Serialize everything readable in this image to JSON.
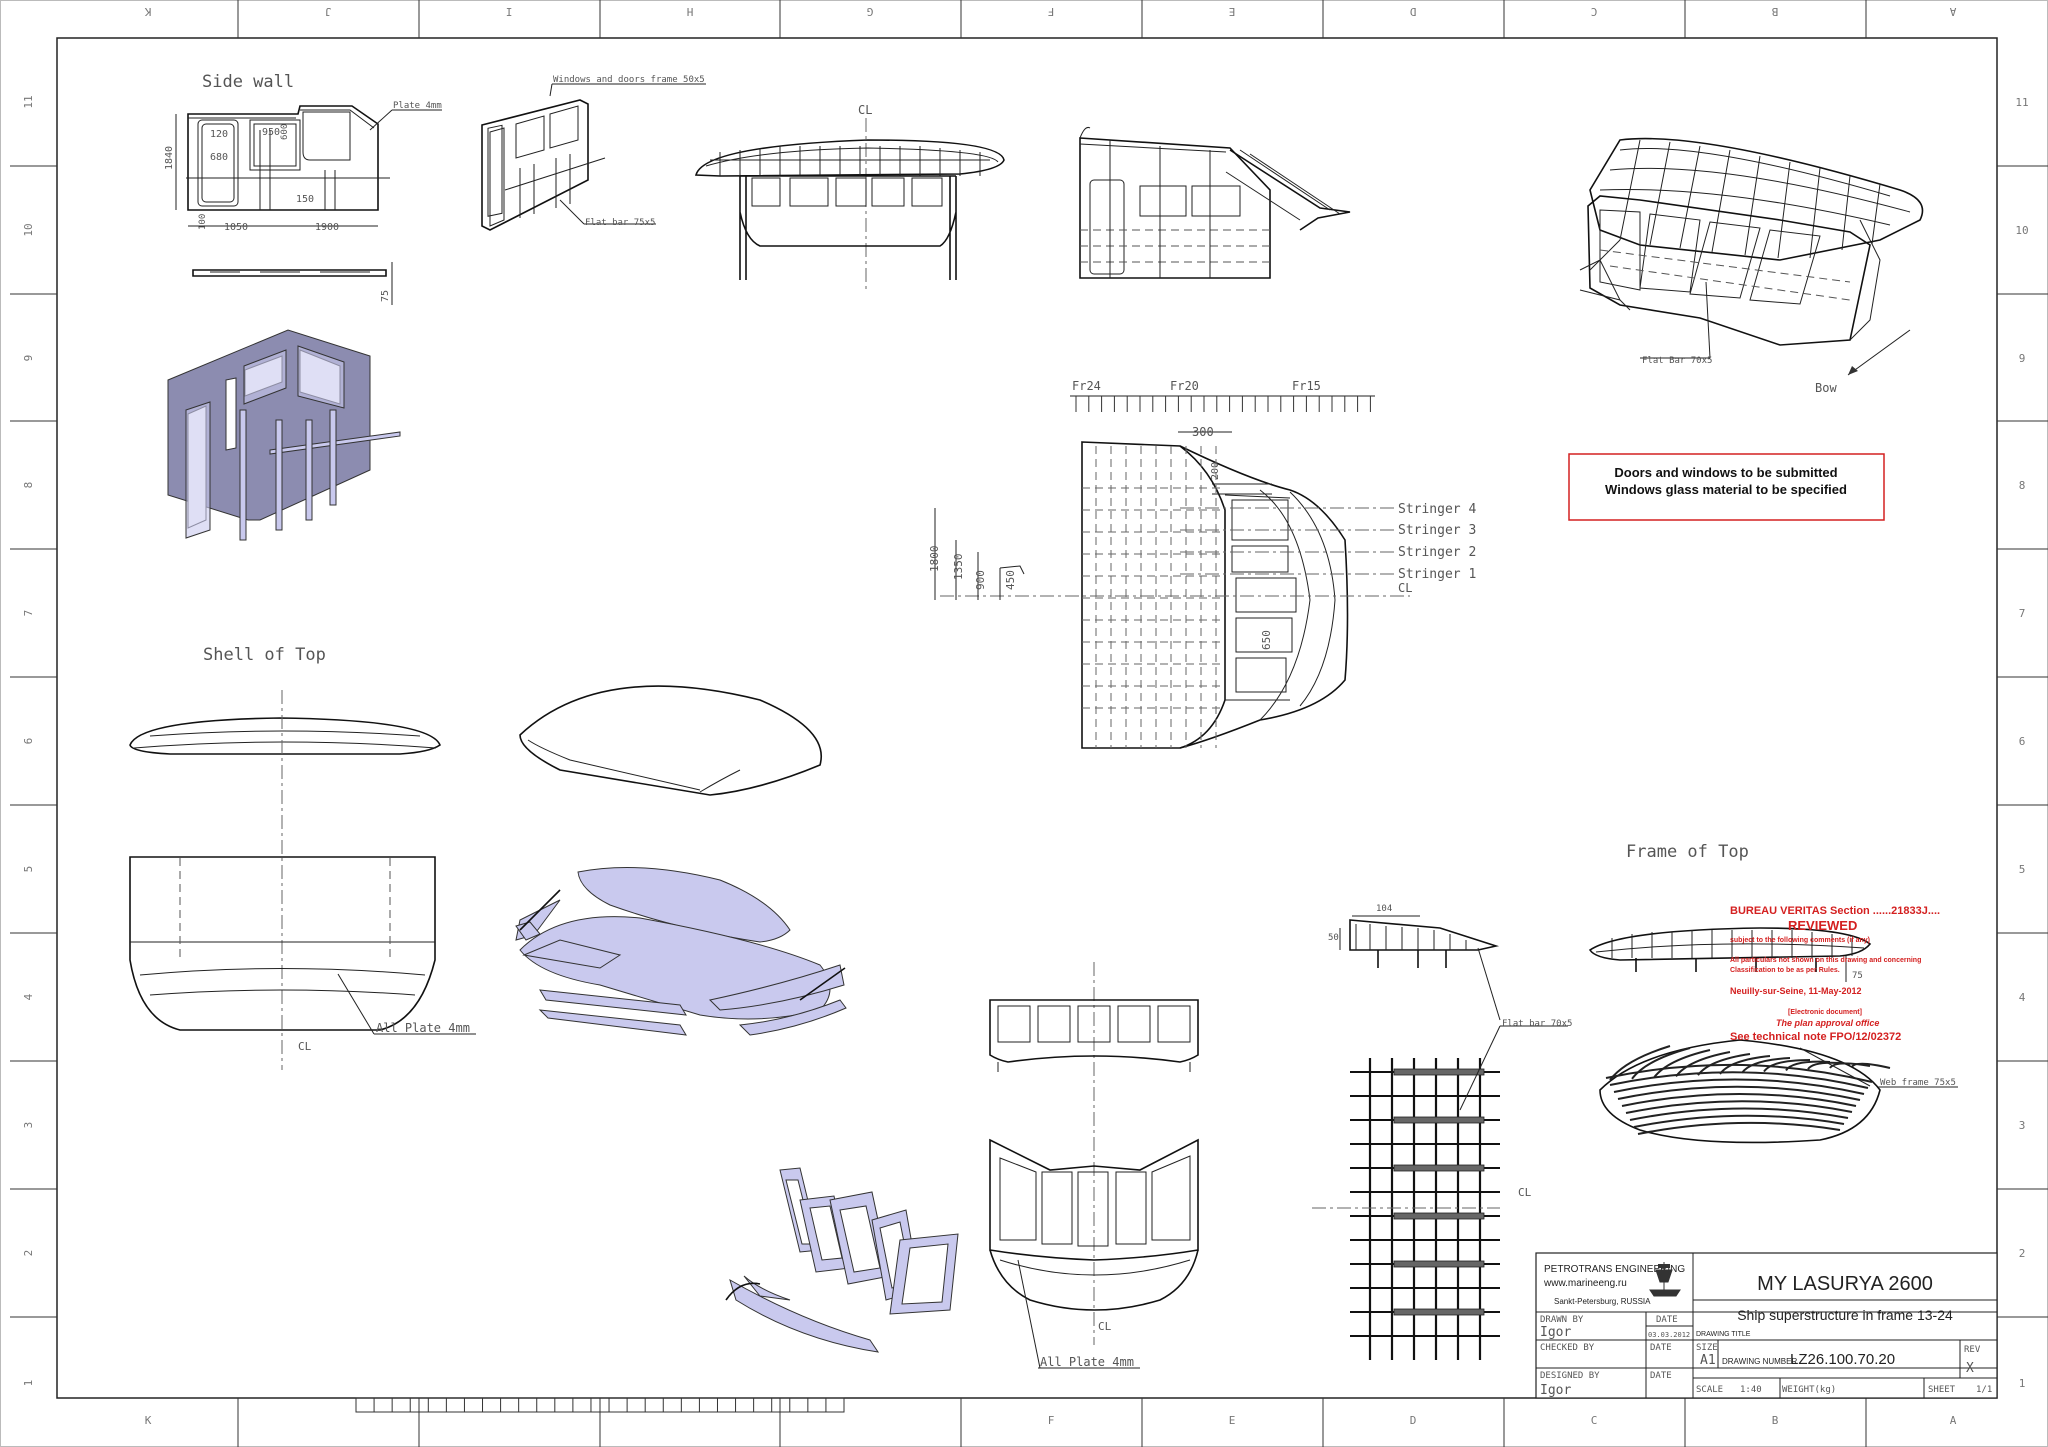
{
  "border": {
    "columns": [
      "K",
      "J",
      "I",
      "H",
      "G",
      "F",
      "E",
      "D",
      "C",
      "B",
      "A"
    ],
    "bottom_columns": [
      "K",
      "F",
      "E",
      "D",
      "C",
      "B",
      "A"
    ],
    "rows": [
      "11",
      "10",
      "9",
      "8",
      "7",
      "6",
      "5",
      "4",
      "3",
      "2",
      "1"
    ]
  },
  "views": {
    "side_wall": "Side wall",
    "shell_of_top": "Shell of Top",
    "frame_of_top": "Frame of Top"
  },
  "labels": {
    "plate_4mm": "Plate 4mm",
    "windows_frame": "Windows and doors frame 50x5",
    "flat_bar_75": "Flat bar 75x5",
    "flat_bar_70_top": "Flat Bar 70x5",
    "flat_bar_70": "Flat bar 70x5",
    "web_frame": "Web frame 75x5",
    "all_plate_left": "All Plate 4mm",
    "all_plate_bottom": "All Plate 4mm",
    "bow": "Bow",
    "cl": "CL"
  },
  "dims": {
    "d1840": "1840",
    "d120": "120",
    "d950": "950",
    "d600": "600",
    "d680": "680",
    "d150": "150",
    "d100": "100",
    "d1050": "1050",
    "d1900": "1900",
    "d75": "75",
    "d300": "300",
    "d200": "200",
    "d1800": "1800",
    "d1350": "1350",
    "d900": "900",
    "d450": "450",
    "d650": "650",
    "d104": "104",
    "d50": "50",
    "d75b": "75"
  },
  "frames": [
    "Fr24",
    "Fr20",
    "Fr15"
  ],
  "stringers": [
    "Stringer 4",
    "Stringer 3",
    "Stringer 2",
    "Stringer 1"
  ],
  "note": {
    "line1": "Doors and windows to be submitted",
    "line2": "Windows glass material to be specified"
  },
  "stamp": {
    "line1": "BUREAU VERITAS Section ......21833J....",
    "line2": "REVIEWED",
    "line3": "subject to the following comments (if any)",
    "line4": "All particulars not shown on this drawing and concerning",
    "line5": "Classification to be as per Rules.",
    "line6": "Neuilly-sur-Seine,  11-May-2012",
    "line7": "[Electronic document]",
    "line8": "The plan approval office",
    "line9": "See technical note FPO/12/02372"
  },
  "title_block": {
    "company": "PETROTRANS ENGINEERING",
    "website": "www.marineeng.ru",
    "city": "Sankt-Petersburg, RUSSIA",
    "project": "MY LASURYA 2600",
    "drawn_by_label": "DRAWN BY",
    "drawn_by": "Igor",
    "date_label": "DATE",
    "date": "03.03.2012",
    "drawing_title_label": "DRAWING TITLE",
    "drawing_title": "Ship superstructure in frame 13-24",
    "checked_by_label": "CHECKED BY",
    "size_label": "SIZE",
    "size": "A1",
    "drawing_number_label": "DRAWING NUMBER",
    "drawing_number": "LZ26.100.70.20",
    "rev_label": "REV",
    "rev": "X",
    "designed_by_label": "DESIGNED BY",
    "designed_by": "Igor",
    "scale_label": "SCALE",
    "scale": "1:40",
    "weight_label": "WEIGHT(kg)",
    "sheet_label": "SHEET",
    "sheet": "1/1"
  }
}
